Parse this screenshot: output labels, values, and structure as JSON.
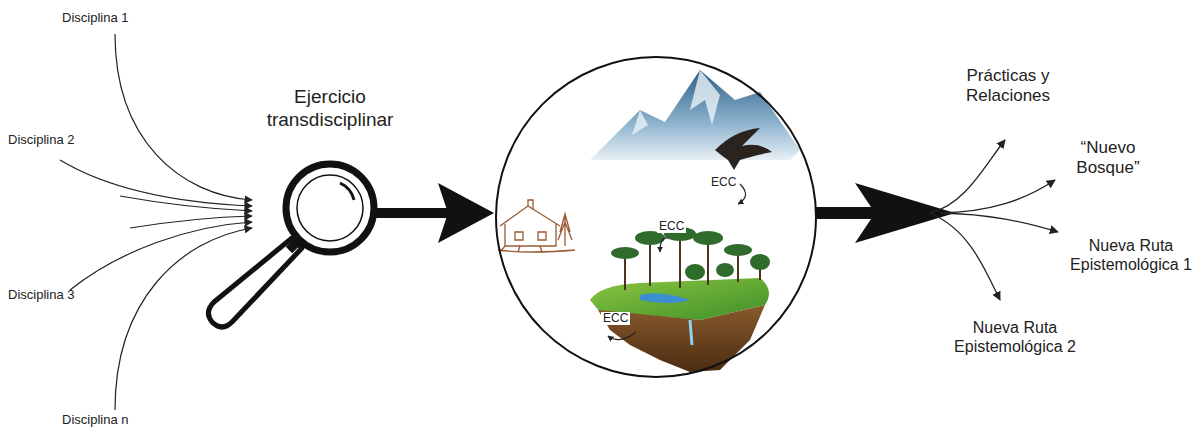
{
  "diagram": {
    "nodes": [
      {
        "text": [
          "Ejercicio transdisciplinar"
        ]
      },
      {
        "text": [
          "ECC",
          "ECC",
          "ECC"
        ]
      }
    ],
    "edges": [
      {
        "from": 0,
        "to": 1,
        "arrow": "to"
      }
    ],
    "labels": [
      "Disciplina 1",
      "Disciplina 2",
      "Disciplina 3",
      "Disciplina n",
      "Prácticas y Relaciones",
      "“Nuevo Bosque”",
      "Nueva Ruta Epistemológica 1",
      "Nueva Ruta Epistemológica 2"
    ]
  }
}
